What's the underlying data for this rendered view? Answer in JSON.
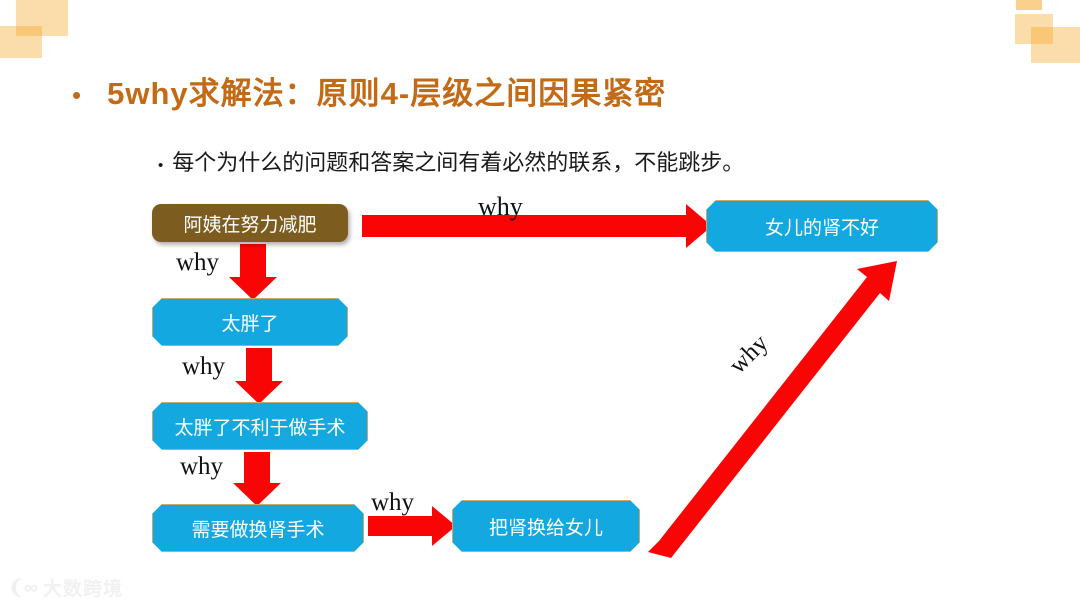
{
  "slide": {
    "title_bullet": "•",
    "title": "5why求解法：原则4-层级之间因果紧密",
    "subtitle_bullet": "•",
    "subtitle": "每个为什么的问题和答案之间有着必然的联系，不能跳步。",
    "watermark_mark": "❨∞",
    "watermark_text": "大数跨境"
  },
  "colors": {
    "title": "#C26A15",
    "node_blue": "#14A8E0",
    "node_brown": "#7C5D1F",
    "arrow_red": "#FA0505",
    "node_border": "#C9A96A",
    "deco_orange": "#F5A623"
  },
  "nodes": [
    {
      "id": "aunt",
      "label": "阿姨在努力减肥",
      "style": "brown"
    },
    {
      "id": "kidney",
      "label": "女儿的肾不好",
      "style": "blue"
    },
    {
      "id": "fat",
      "label": "太胖了",
      "style": "blue"
    },
    {
      "id": "surgery",
      "label": "太胖了不利于做手术",
      "style": "blue"
    },
    {
      "id": "need",
      "label": "需要做换肾手术",
      "style": "blue"
    },
    {
      "id": "give",
      "label": "把肾换给女儿",
      "style": "blue"
    }
  ],
  "arrows": [
    {
      "id": "top",
      "label": "why",
      "from": "aunt",
      "to": "kidney",
      "direction": "right"
    },
    {
      "id": "v1",
      "label": "why",
      "from": "aunt",
      "to": "fat",
      "direction": "down"
    },
    {
      "id": "v2",
      "label": "why",
      "from": "fat",
      "to": "surgery",
      "direction": "down"
    },
    {
      "id": "v3",
      "label": "why",
      "from": "surgery",
      "to": "need",
      "direction": "down"
    },
    {
      "id": "h2",
      "label": "why",
      "from": "need",
      "to": "give",
      "direction": "right"
    },
    {
      "id": "diag",
      "label": "why",
      "from": "give",
      "to": "kidney",
      "direction": "up-right"
    }
  ]
}
